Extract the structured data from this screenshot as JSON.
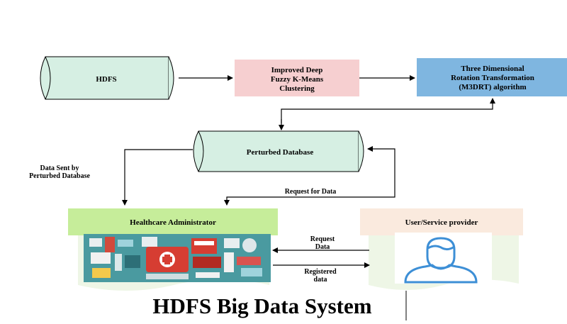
{
  "title": "HDFS Big Data System",
  "nodes": {
    "hdfs": "HDFS",
    "clustering": [
      "Improved Deep",
      "Fuzzy K-Means",
      "Clustering"
    ],
    "m3drt": [
      "Three Dimensional",
      "Rotation Transformation",
      "(M3DRT) algorithm"
    ],
    "perturbed_db": "Perturbed Database",
    "healthcare_admin": "Healthcare Administrator",
    "user_provider": "User/Service provider"
  },
  "edges": {
    "data_sent": [
      "Data Sent by",
      "Perturbed Database"
    ],
    "request_for_data": "Request for Data",
    "request_data": [
      "Request",
      "Data"
    ],
    "registered_data": [
      "Registered",
      "data"
    ]
  },
  "colors": {
    "cylinder_fill": "#d6efe3",
    "clustering_fill": "#f6cfd0",
    "m3drt_fill": "#7fb6e0",
    "admin_header": "#c6ed9a",
    "user_header": "#faeade",
    "scroll_fill": "#eef6e6",
    "panel_teal": "#4a9aa0",
    "user_icon_blue": "#3d8fd6"
  }
}
